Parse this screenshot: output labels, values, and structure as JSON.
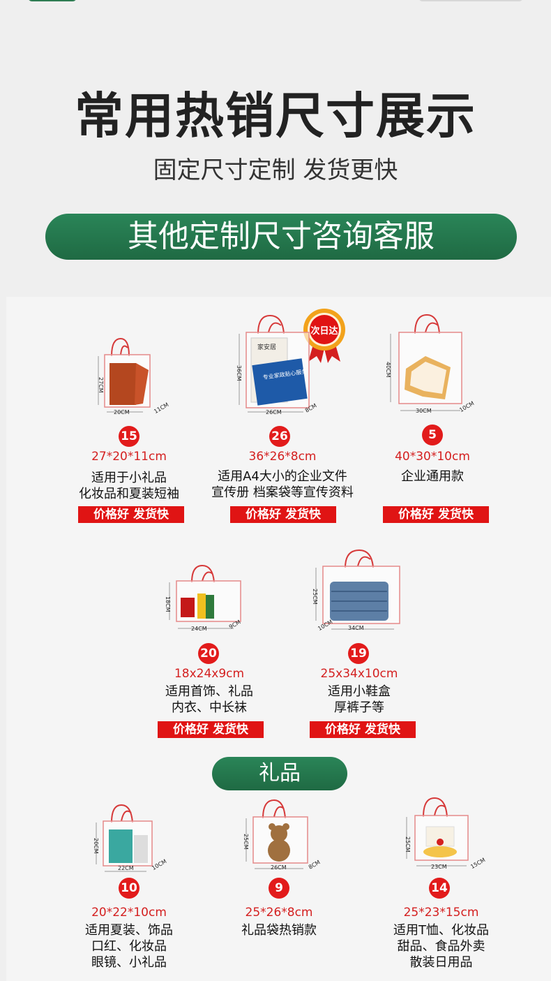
{
  "header": {
    "title": "常用热销尺寸展示",
    "subtitle": "固定尺寸定制 发货更快",
    "banner": "其他定制尺寸咨询客服"
  },
  "medal": {
    "label": "次日达"
  },
  "products": [
    {
      "badge": "15",
      "size": "27*20*11cm",
      "desc1": "适用于小礼品",
      "desc2": "化妆品和夏装短袖",
      "desc3": "",
      "tag": "价格好 发货快",
      "dims": {
        "h": "27CM",
        "w": "20CM",
        "d": "11CM"
      },
      "content": "scarf-image"
    },
    {
      "badge": "26",
      "size": "36*26*8cm",
      "desc1": "适用A4大小的企业文件",
      "desc2": "宣传册 档案袋等宣传资料",
      "desc3": "",
      "tag": "价格好 发货快",
      "dims": {
        "h": "36CM",
        "w": "26CM",
        "d": "8CM"
      },
      "content": "brochure-image",
      "brochure_text": "专业家政贴心服务",
      "brochure_title": "家安居"
    },
    {
      "badge": "5",
      "size": "40*30*10cm",
      "desc1": "企业通用款",
      "desc2": "",
      "desc3": "",
      "tag": "价格好 发货快",
      "dims": {
        "h": "40CM",
        "w": "30CM",
        "d": "10CM"
      },
      "content": "leaflet-image"
    },
    {
      "badge": "20",
      "size": "18x24x9cm",
      "desc1": "适用首饰、礼品",
      "desc2": "内衣、中长袜",
      "desc3": "",
      "tag": "价格好 发货快",
      "dims": {
        "h": "18CM",
        "w": "24CM",
        "d": "9CM"
      },
      "content": "socks-image"
    },
    {
      "badge": "19",
      "size": "25x34x10cm",
      "desc1": "适用小鞋盒",
      "desc2": "厚裤子等",
      "desc3": "",
      "tag": "价格好 发货快",
      "dims": {
        "h": "25CM",
        "w": "34CM",
        "d": "10CM"
      },
      "content": "jeans-image"
    }
  ],
  "gift_section": {
    "label": "礼品"
  },
  "gifts": [
    {
      "badge": "10",
      "size": "20*22*10cm",
      "desc1": "适用夏装、饰品",
      "desc2": "口红、化妆品",
      "desc3": "眼镜、小礼品",
      "dims": {
        "h": "20CM",
        "w": "22CM",
        "d": "10CM"
      },
      "content": "cosmetics-image"
    },
    {
      "badge": "9",
      "size": "25*26*8cm",
      "desc1": "礼品袋热销款",
      "desc2": "",
      "desc3": "",
      "dims": {
        "h": "25CM",
        "w": "26CM",
        "d": "8CM"
      },
      "content": "teddy-bear-image"
    },
    {
      "badge": "14",
      "size": "25*23*15cm",
      "desc1": "适用T恤、化妆品",
      "desc2": "甜品、食品外卖",
      "desc3": "散装日用品",
      "dims": {
        "h": "25CM",
        "w": "23CM",
        "d": "15CM"
      },
      "content": "cake-image"
    }
  ]
}
